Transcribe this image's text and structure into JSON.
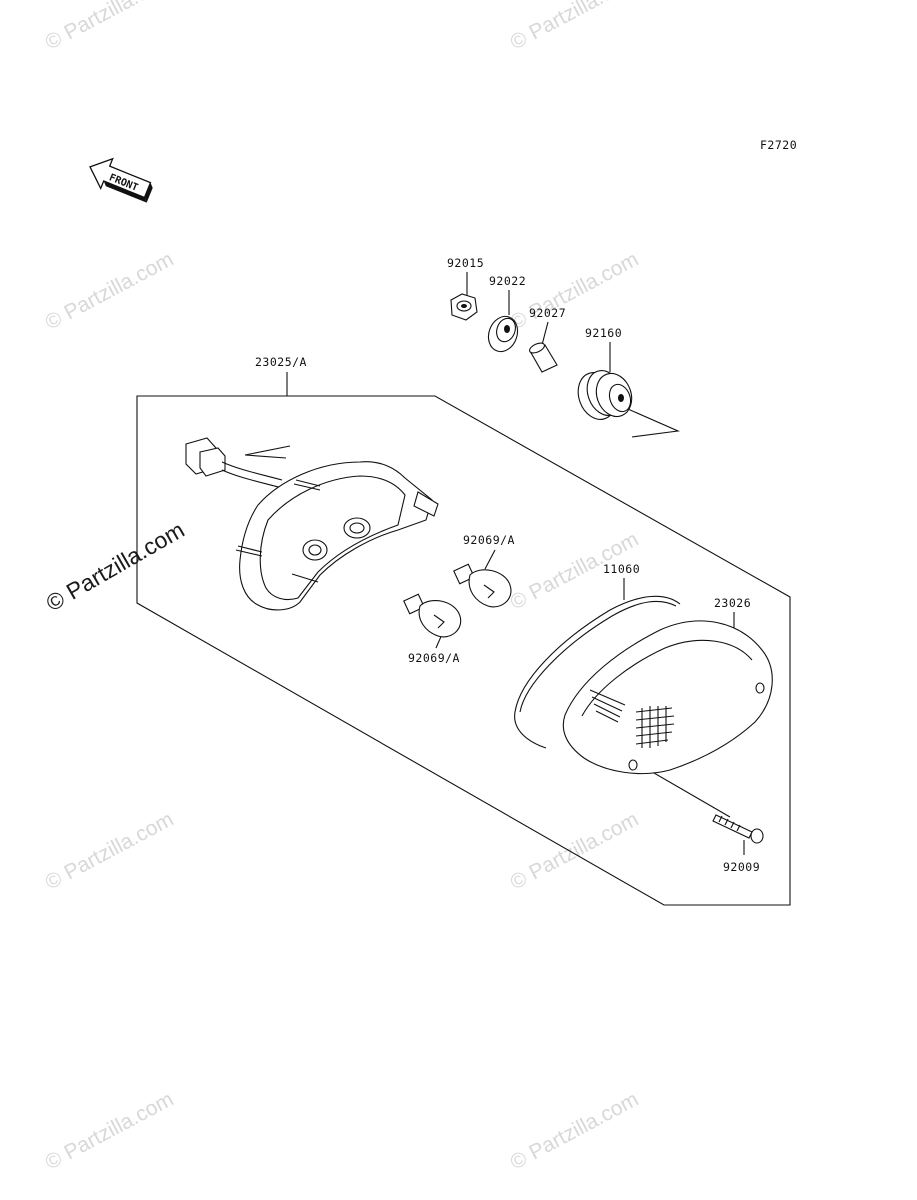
{
  "diagram": {
    "figure_code": "F2720",
    "front_arrow_label": "FRONT",
    "watermark_text": "© Partzilla.com",
    "parts": {
      "p92015": "92015",
      "p92022": "92022",
      "p92027": "92027",
      "p92160": "92160",
      "p23025a": "23025/A",
      "p92069a_top": "92069/A",
      "p92069a_bottom": "92069/A",
      "p11060": "11060",
      "p23026": "23026",
      "p92009": "92009"
    }
  },
  "colors": {
    "line": "#111111",
    "watermark": "#d8d8d8"
  }
}
